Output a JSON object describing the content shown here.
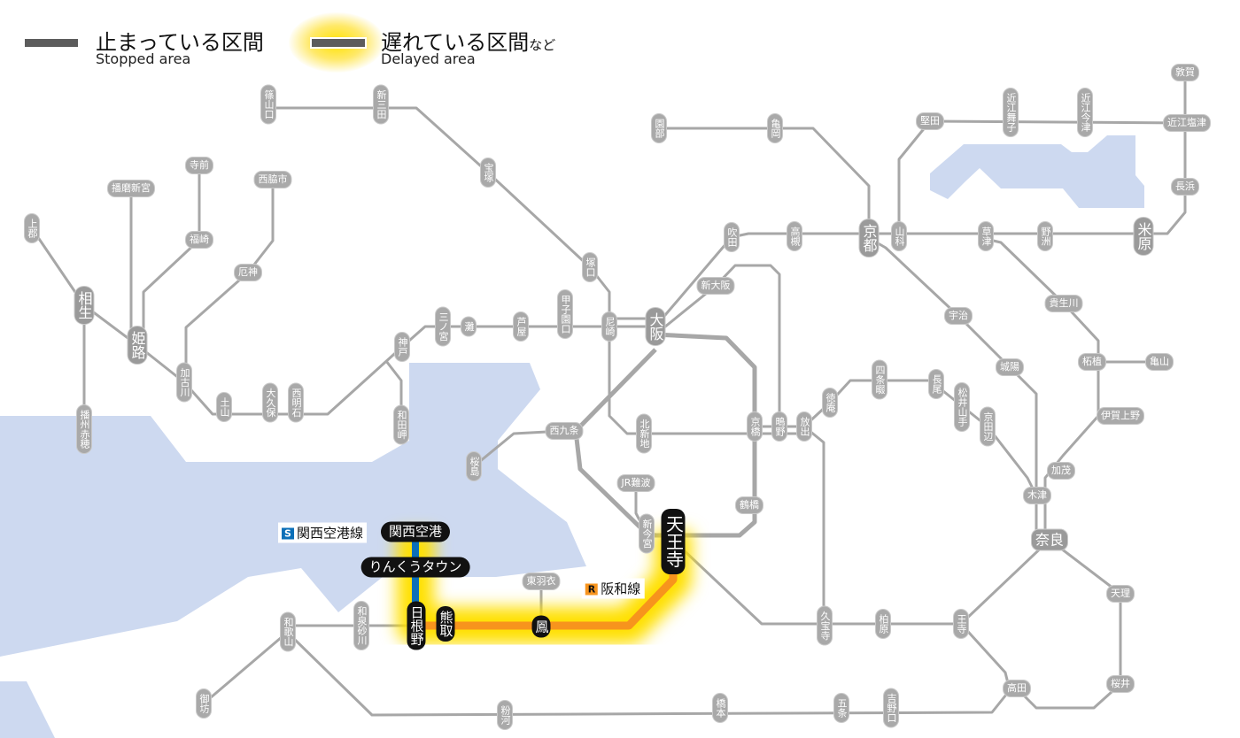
{
  "legend": {
    "stopped_jp": "止まっている区間",
    "stopped_en": "Stopped area",
    "delayed_jp": "遅れている区間",
    "delayed_suffix": "など",
    "delayed_en": "Delayed area"
  },
  "colors": {
    "line": "#a7a7a7",
    "water": "#cdd9f0",
    "hanwa": "#f7941d",
    "kanku": "#0b6fb8",
    "glow": "#ffe000"
  },
  "line_labels": {
    "kanku": {
      "badge": "S",
      "name": "関西空港線"
    },
    "hanwa": {
      "badge": "R",
      "name": "阪和線"
    }
  },
  "stations": [
    {
      "name": "篠山口",
      "status": "normal"
    },
    {
      "name": "新三田",
      "status": "normal"
    },
    {
      "name": "宝塚",
      "status": "normal"
    },
    {
      "name": "塚口",
      "status": "normal"
    },
    {
      "name": "尼崎",
      "status": "normal"
    },
    {
      "name": "大阪",
      "status": "normal"
    },
    {
      "name": "新大阪",
      "status": "normal"
    },
    {
      "name": "吹田",
      "status": "normal"
    },
    {
      "name": "高槻",
      "status": "normal"
    },
    {
      "name": "京都",
      "status": "normal"
    },
    {
      "name": "山科",
      "status": "normal"
    },
    {
      "name": "園部",
      "status": "normal"
    },
    {
      "name": "亀岡",
      "status": "normal"
    },
    {
      "name": "堅田",
      "status": "normal"
    },
    {
      "name": "近江舞子",
      "status": "normal"
    },
    {
      "name": "近江今津",
      "status": "normal"
    },
    {
      "name": "敦賀",
      "status": "normal"
    },
    {
      "name": "近江塩津",
      "status": "normal"
    },
    {
      "name": "長浜",
      "status": "normal"
    },
    {
      "name": "米原",
      "status": "normal"
    },
    {
      "name": "野洲",
      "status": "normal"
    },
    {
      "name": "草津",
      "status": "normal"
    },
    {
      "name": "宇治",
      "status": "normal"
    },
    {
      "name": "貴生川",
      "status": "normal"
    },
    {
      "name": "城陽",
      "status": "normal"
    },
    {
      "name": "柘植",
      "status": "normal"
    },
    {
      "name": "亀山",
      "status": "normal"
    },
    {
      "name": "伊賀上野",
      "status": "normal"
    },
    {
      "name": "加茂",
      "status": "normal"
    },
    {
      "name": "木津",
      "status": "normal"
    },
    {
      "name": "奈良",
      "status": "normal"
    },
    {
      "name": "天理",
      "status": "normal"
    },
    {
      "name": "桜井",
      "status": "normal"
    },
    {
      "name": "高田",
      "status": "normal"
    },
    {
      "name": "王寺",
      "status": "normal"
    },
    {
      "name": "柏原",
      "status": "normal"
    },
    {
      "name": "久宝寺",
      "status": "normal"
    },
    {
      "name": "吉野口",
      "status": "normal"
    },
    {
      "name": "五条",
      "status": "normal"
    },
    {
      "name": "橋本",
      "status": "normal"
    },
    {
      "name": "粉河",
      "status": "normal"
    },
    {
      "name": "御坊",
      "status": "normal"
    },
    {
      "name": "和歌山",
      "status": "normal"
    },
    {
      "name": "和泉砂川",
      "status": "normal"
    },
    {
      "name": "日根野",
      "status": "affected"
    },
    {
      "name": "熊取",
      "status": "affected"
    },
    {
      "name": "鳳",
      "status": "affected"
    },
    {
      "name": "東羽衣",
      "status": "normal"
    },
    {
      "name": "天王寺",
      "status": "affected"
    },
    {
      "name": "新今宮",
      "status": "normal"
    },
    {
      "name": "JR難波",
      "status": "normal"
    },
    {
      "name": "鶴橋",
      "status": "normal"
    },
    {
      "name": "京橋",
      "status": "normal"
    },
    {
      "name": "鴫野",
      "status": "normal"
    },
    {
      "name": "放出",
      "status": "normal"
    },
    {
      "name": "徳庵",
      "status": "normal"
    },
    {
      "name": "四条畷",
      "status": "normal"
    },
    {
      "name": "長尾",
      "status": "normal"
    },
    {
      "name": "松井山手",
      "status": "normal"
    },
    {
      "name": "京田辺",
      "status": "normal"
    },
    {
      "name": "北新地",
      "status": "normal"
    },
    {
      "name": "西九条",
      "status": "normal"
    },
    {
      "name": "桜島",
      "status": "normal"
    },
    {
      "name": "関西空港",
      "status": "affected"
    },
    {
      "name": "りんくうタウン",
      "status": "affected"
    },
    {
      "name": "芦屋",
      "status": "normal"
    },
    {
      "name": "甲子園口",
      "status": "normal"
    },
    {
      "name": "灘",
      "status": "normal"
    },
    {
      "name": "三ノ宮",
      "status": "normal"
    },
    {
      "name": "神戸",
      "status": "normal"
    },
    {
      "name": "和田岬",
      "status": "normal"
    },
    {
      "name": "西明石",
      "status": "normal"
    },
    {
      "name": "大久保",
      "status": "normal"
    },
    {
      "name": "土山",
      "status": "normal"
    },
    {
      "name": "加古川",
      "status": "normal"
    },
    {
      "name": "厄神",
      "status": "normal"
    },
    {
      "name": "西脇市",
      "status": "normal"
    },
    {
      "name": "寺前",
      "status": "normal"
    },
    {
      "name": "福崎",
      "status": "normal"
    },
    {
      "name": "播磨新宮",
      "status": "normal"
    },
    {
      "name": "上郡",
      "status": "normal"
    },
    {
      "name": "相生",
      "status": "normal"
    },
    {
      "name": "姫路",
      "status": "normal"
    },
    {
      "name": "播州赤穂",
      "status": "normal"
    }
  ]
}
